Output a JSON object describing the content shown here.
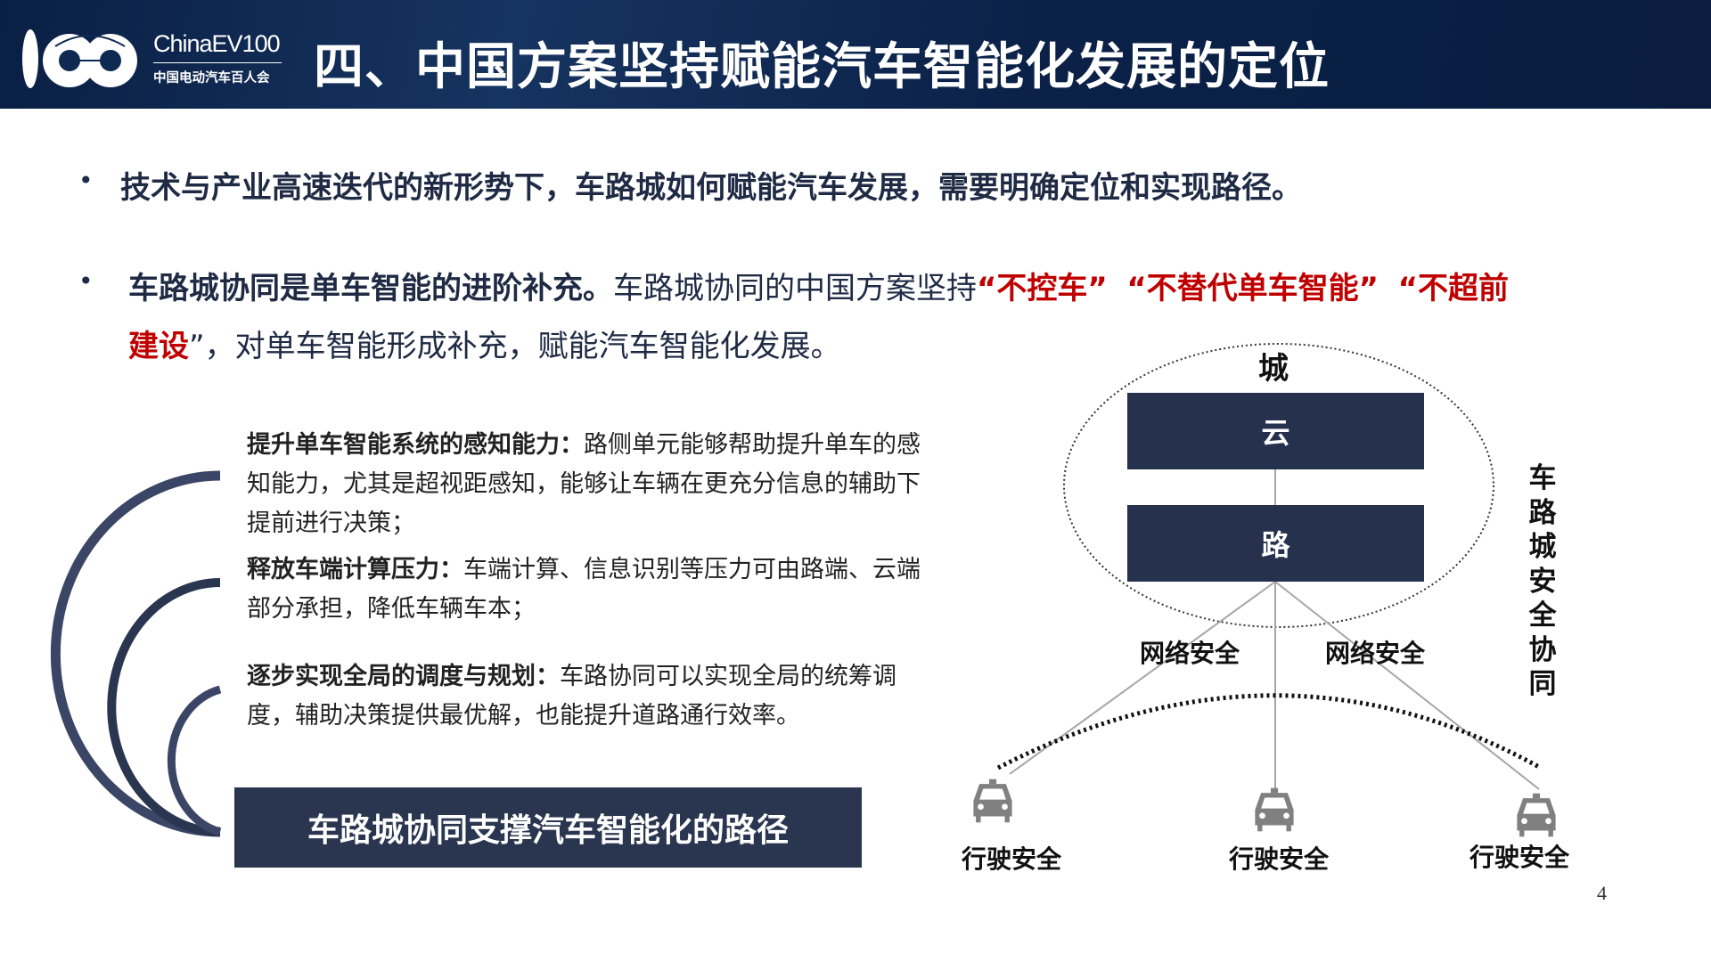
{
  "header": {
    "logo_text_en": "ChinaEV100",
    "logo_text_cn": "中国电动汽车百人会",
    "title": "四、中国方案坚持赋能汽车智能化发展的定位"
  },
  "bullets": [
    {
      "text": "技术与产业高速迭代的新形势下，车路城如何赋能汽车发展，需要明确定位和实现路径。"
    },
    {
      "bold": "车路城协同是单车智能的进阶补充。",
      "normal": "车路城协同的中国方案坚持",
      "q1": "“不控车”",
      "q2": "“不替代单车智能”",
      "q3a": "“不超前",
      "q3b": "建设",
      "q3c": "”",
      "tail": "，对单车智能形成补充，赋能汽车智能化发展。"
    }
  ],
  "points": [
    {
      "title": "提升单车智能系统的感知能力：",
      "text": "路侧单元能够帮助提升单车的感知能力，尤其是超视距感知，能够让车辆在更充分信息的辅助下提前进行决策；"
    },
    {
      "title": "释放车端计算压力：",
      "text": "车端计算、信息识别等压力可由路端、云端部分承担，降低车辆车本；"
    },
    {
      "title": "逐步实现全局的调度与规划：",
      "text": "车路协同可以实现全局的统筹调度，辅助决策提供最优解，也能提升道路通行效率。"
    }
  ],
  "path_box": "车路城协同支撑汽车智能化的路径",
  "diagram": {
    "city": "城",
    "cloud": "云",
    "road": "路",
    "network_labels": [
      "网络安全",
      "网络安全"
    ],
    "vehicle_labels": [
      "行驶安全",
      "行驶安全",
      "行驶安全"
    ],
    "side_label": "车路城安全协同",
    "colors": {
      "box": "#26324d",
      "car": "#808080",
      "line": "#a6a6a6"
    }
  },
  "page_number": "4"
}
